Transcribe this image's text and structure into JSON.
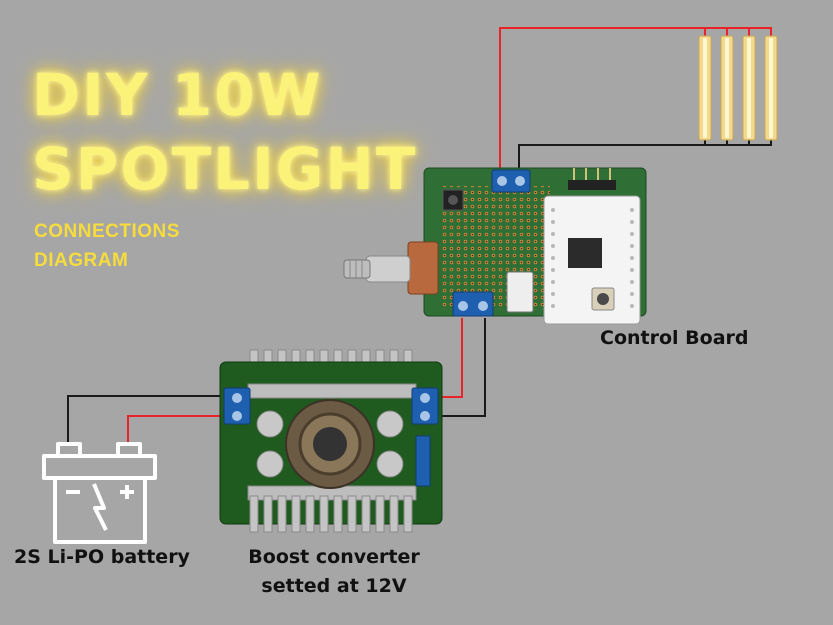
{
  "title": {
    "line1": "DIY 10W",
    "line2": "SPOTLIGHT"
  },
  "subtitle": {
    "line1": "CONNECTIONS",
    "line2": "DIAGRAM"
  },
  "labels": {
    "control_board": "Control Board",
    "battery": "2S Li-PO battery",
    "boost_line1": "Boost converter",
    "boost_line2": "setted at 12V"
  },
  "colors": {
    "background": "#a6a6a6",
    "title_glow": "#fbf27a",
    "subtitle": "#f6dc3c",
    "wire_red": "#e8242a",
    "wire_black": "#1a1a1a",
    "pcb_green": "#2f6e35",
    "boost_pcb": "#1f5a1f",
    "terminal_blue": "#1e5fb0",
    "led_strip": "#f3d98c"
  }
}
